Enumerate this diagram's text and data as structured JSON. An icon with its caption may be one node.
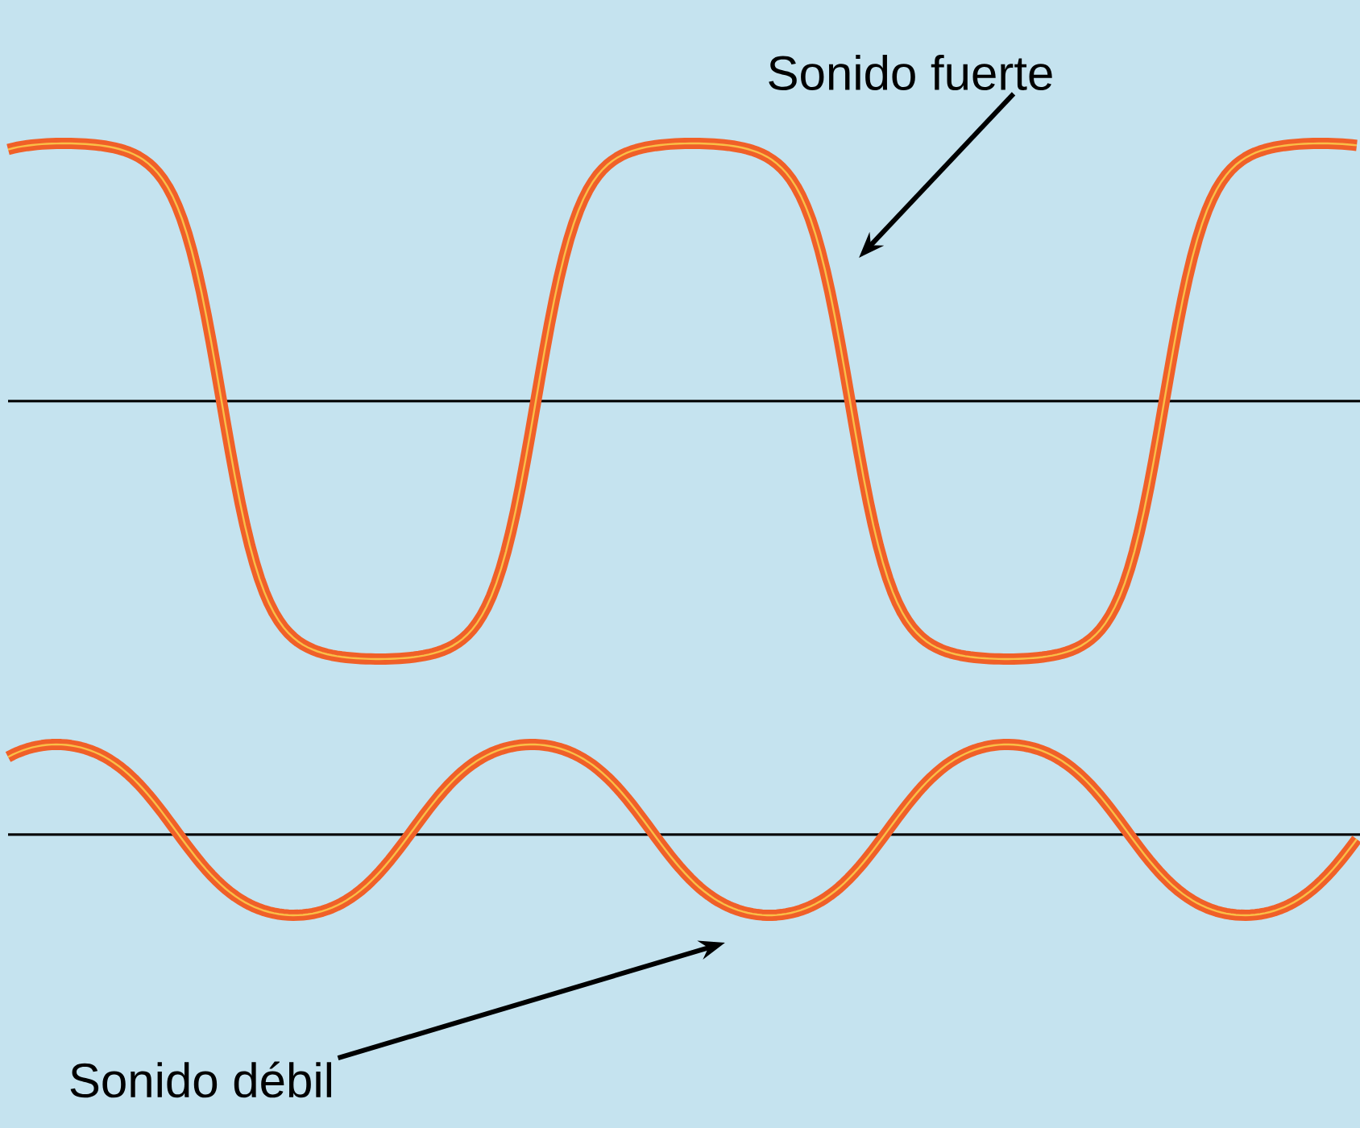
{
  "diagram": {
    "nodes": [
      {
        "text": [
          "Sonido fuerte"
        ]
      },
      {
        "text": [],
        "shape": "wave"
      },
      {
        "text": [],
        "shape": "wave"
      },
      {
        "text": [
          "Sonido débil"
        ]
      }
    ],
    "edges": [
      {
        "from": 0,
        "to": 1,
        "arrow": "to"
      },
      {
        "from": 3,
        "to": 2,
        "arrow": "to"
      }
    ]
  }
}
